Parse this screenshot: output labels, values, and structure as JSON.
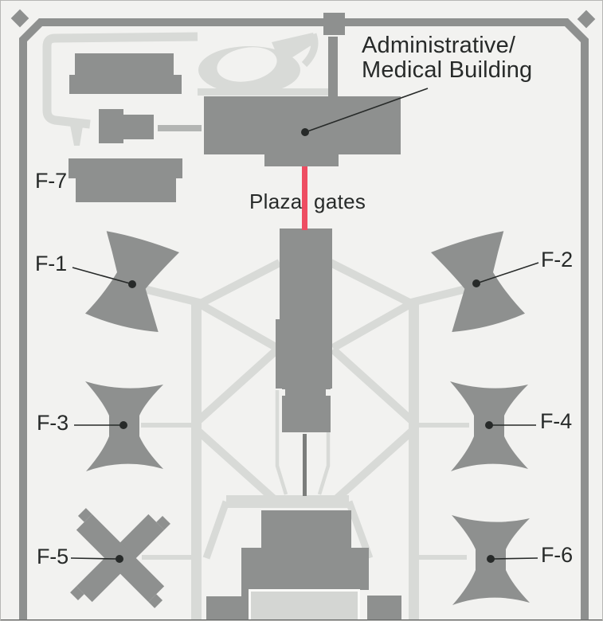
{
  "map": {
    "labels": {
      "f1": "F-1",
      "f2": "F-2",
      "f3": "F-3",
      "f4": "F-4",
      "f5": "F-5",
      "f6": "F-6",
      "f7": "F-7",
      "admin_line1": "Administrative/",
      "admin_line2": "Medical Building",
      "plaza_gates": "Plaza gates"
    },
    "colors": {
      "background": "#f2f2f0",
      "building": "#8e908f",
      "road": "#d8dad7",
      "fence": "#8e908f",
      "connector": "#b3b5b3",
      "courtyard_fill": "#d4d6d3",
      "courtyard_border": "#fafaf8",
      "access_road_dark": "#7b7d7b",
      "crop_edge": "#696b69",
      "plaza_gates_line": "#ee4d62",
      "text": "#272a29"
    }
  }
}
